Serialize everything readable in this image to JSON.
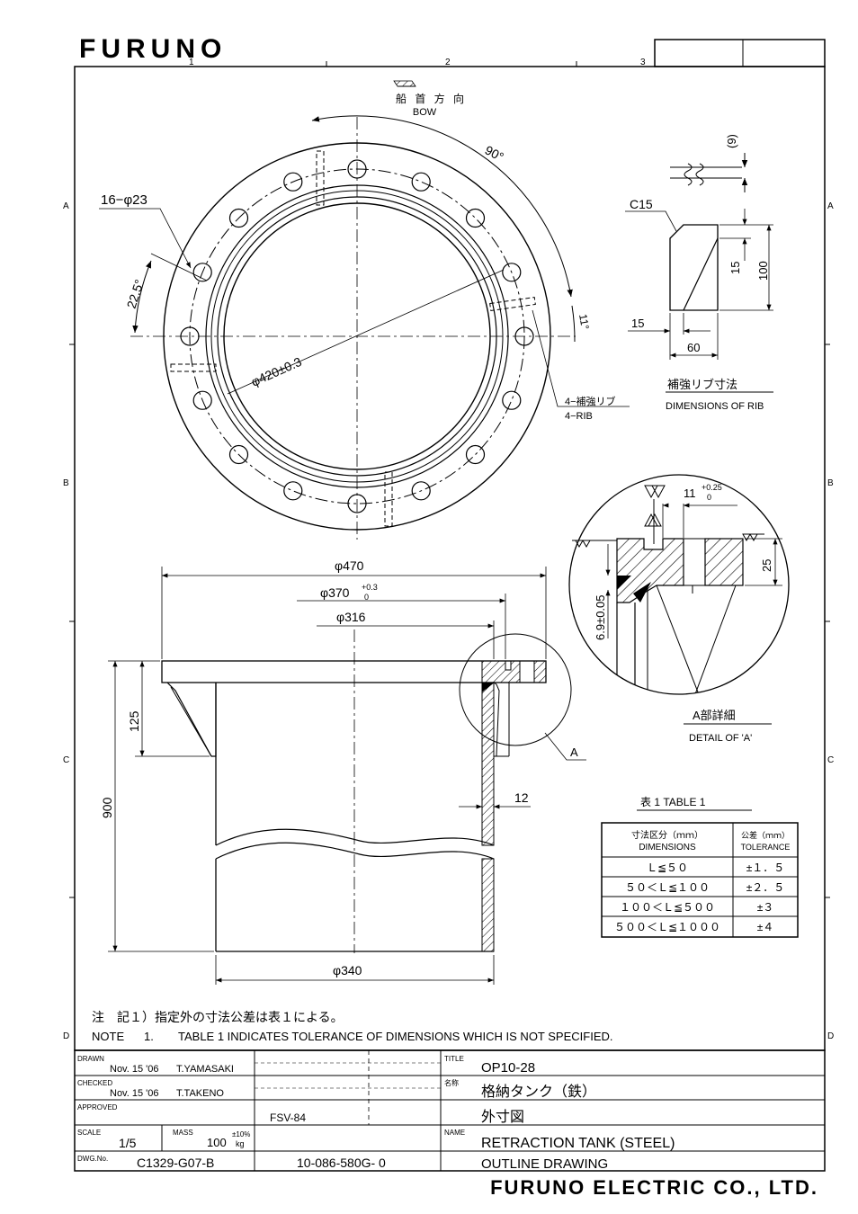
{
  "header": {
    "brand": "FURUNO",
    "zone_cols": [
      "1",
      "2",
      "3"
    ],
    "zone_rows": [
      "A",
      "B",
      "C",
      "D"
    ]
  },
  "top_view": {
    "bow_jp": "船 首 方 向",
    "bow_en": "BOW",
    "angle_90": "90°",
    "angle_22": "22.5°",
    "angle_11": "11°",
    "holes": "16−φ23",
    "diameter_420": "φ420±0.3",
    "rib_jp": "4−補強リブ",
    "rib_en": "4−RIB"
  },
  "rib_detail": {
    "gap": "(9)",
    "chamfer": "C15",
    "dim_15v": "15",
    "dim_100": "100",
    "dim_15h": "15",
    "dim_60": "60",
    "title_jp": "補強リブ寸法",
    "title_en": "DIMENSIONS OF RIB"
  },
  "side_view": {
    "d470": "φ470",
    "d370": "φ370",
    "d370_tol_up": "+0.3",
    "d370_tol_lo": "0",
    "d316": "φ316",
    "h125": "125",
    "h900": "900",
    "t12": "12",
    "d340": "φ340",
    "callout_a": "A"
  },
  "detail_a": {
    "dim_11": "11",
    "dim_11_tol_up": "+0.25",
    "dim_11_tol_lo": "0",
    "dim_25": "25",
    "dim_69": "6.9±0.05",
    "title_jp": "A部詳細",
    "title_en": "DETAIL OF 'A'"
  },
  "table1": {
    "title": "表 1  TABLE 1",
    "col1_jp": "寸法区分（ｍｍ）",
    "col1_en": "DIMENSIONS",
    "col2_jp": "公差（ｍｍ）",
    "col2_en": "TOLERANCE",
    "rows": [
      {
        "range": "Ｌ≦５０",
        "tol": "±１．５"
      },
      {
        "range": "５０＜Ｌ≦１００",
        "tol": "±２．５"
      },
      {
        "range": "１００＜Ｌ≦５００",
        "tol": "±３"
      },
      {
        "range": "５００＜Ｌ≦１０００",
        "tol": "±４"
      }
    ]
  },
  "notes": {
    "jp": "注　記１）指定外の寸法公差は表１による。",
    "en_label": "NOTE",
    "en_num": "1.",
    "en_text": "TABLE 1 INDICATES TOLERANCE OF DIMENSIONS WHICH IS NOT SPECIFIED."
  },
  "title_block": {
    "drawn_label": "DRAWN",
    "drawn_date": "Nov. 15 '06",
    "drawn_by": "T.YAMASAKI",
    "checked_label": "CHECKED",
    "checked_date": "Nov. 15 '06",
    "checked_by": "T.TAKENO",
    "approved_label": "APPROVED",
    "ref": "FSV-84",
    "scale_label": "SCALE",
    "scale": "1/5",
    "mass_label": "MASS",
    "mass": "100",
    "mass_tol": "±10%",
    "mass_unit": "kg",
    "dwg_label": "DWG.No.",
    "dwg_no": "C1329-G07-B",
    "part_no": "10-086-580G- 0",
    "title_label": "TITLE",
    "title": "OP10-28",
    "name_jp_label": "名称",
    "name_jp": "格納タンク（鉄）",
    "name_jp2": "外寸図",
    "name_label": "NAME",
    "name_en": "RETRACTION  TANK (STEEL)",
    "name_en2": "OUTLINE DRAWING",
    "company": "FURUNO ELECTRIC CO., LTD."
  }
}
